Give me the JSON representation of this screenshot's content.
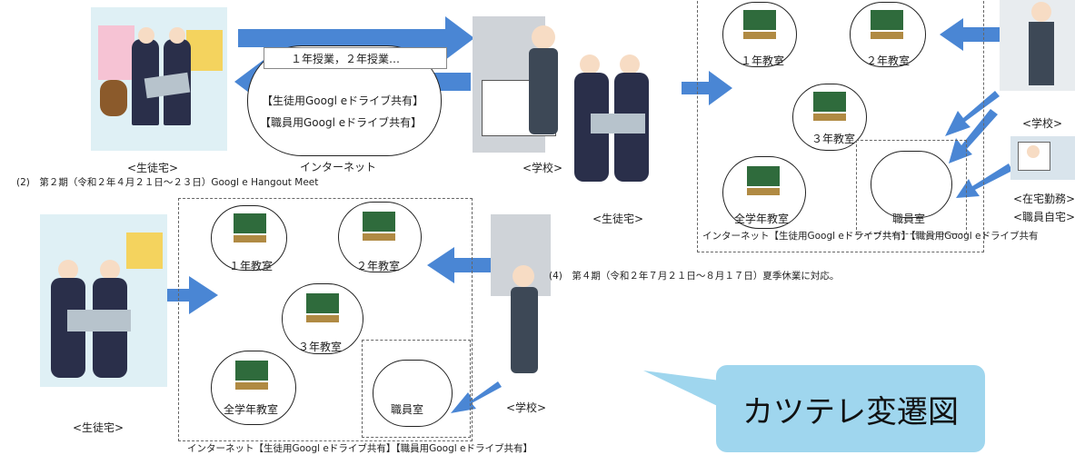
{
  "period2_heading": "(2)　第２期（令和２年４月２１日～２３日）Googl e Hangout Meet",
  "period4_heading": "(4)　第４期（令和２年７月２１日～８月１７日）夏季休業に対応。",
  "top_row": {
    "student_home": "<生徒宅>",
    "internet": "インターネット",
    "school": "<学校>",
    "student_home_2": "<生徒宅>",
    "lessons_text": "１年授業，２年授業…",
    "drive_student": "【生徒用Googl eドライブ共有】",
    "drive_staff": "【職員用Googl eドライブ共有】"
  },
  "right_block": {
    "classroom_1": "１年教室",
    "classroom_2": "２年教室",
    "classroom_3": "３年教室",
    "classroom_all": "全学年教室",
    "staff_room": "職員室",
    "school": "<学校>",
    "remote_work": "<在宅勤務>",
    "staff_home": "<職員自宅>",
    "footer": "インターネット【生徒用Googl eドライブ共有】【職員用Googl eドライブ共有"
  },
  "bottom_block": {
    "student_home": "<生徒宅>",
    "classroom_1": "１年教室",
    "classroom_2": "２年教室",
    "classroom_3": "３年教室",
    "classroom_all": "全学年教室",
    "staff_room": "職員室",
    "school": "<学校>",
    "footer": "インターネット【生徒用Googl eドライブ共有】【職員用Googl eドライブ共有】"
  },
  "callout": {
    "label": "カツテレ変遷図"
  },
  "colors": {
    "arrow_blue": "#4a86d4",
    "callout_bg": "#9fd6ee",
    "chalkboard": "#2f6b3c"
  }
}
